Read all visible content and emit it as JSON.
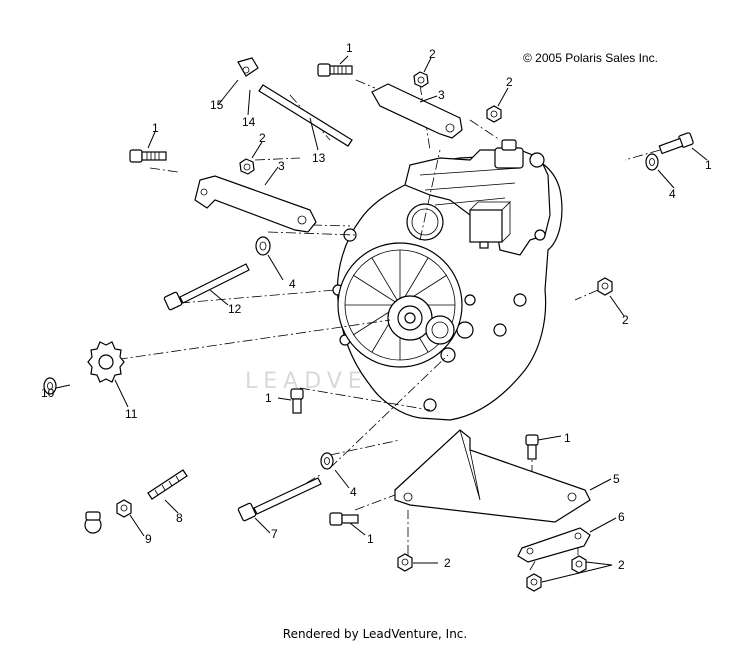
{
  "copyright": "© 2005 Polaris Sales Inc.",
  "footer": "Rendered by LeadVenture, Inc.",
  "watermark": "LEADVENTURE",
  "callouts": {
    "c1": "1",
    "c2": "2",
    "c3": "3",
    "c4": "4",
    "c5": "5",
    "c6": "6",
    "c7": "7",
    "c8": "8",
    "c9": "9",
    "c10": "10",
    "c11": "11",
    "c12": "12",
    "c13": "13",
    "c14": "14",
    "c15": "15"
  },
  "icons": [
    "bolt-icon",
    "nut-icon",
    "washer-icon",
    "bracket-icon",
    "sprocket-icon",
    "gearcase-icon"
  ]
}
